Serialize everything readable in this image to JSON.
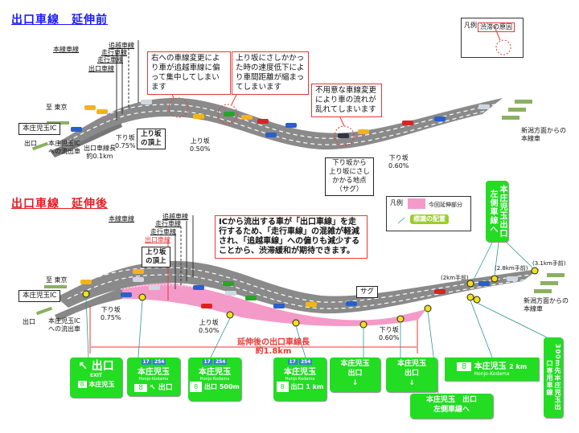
{
  "before": {
    "title": "出口車線　延伸前",
    "lane_labels": {
      "main": "本線車線",
      "passing": "追越車線",
      "driving1": "走行車線",
      "driving2": "走行車線",
      "exit": "出口車線"
    },
    "to_tokyo": "至 東京",
    "ic_name": "本庄児玉IC",
    "exit": "出口",
    "exit_traffic": "本庄児玉IC\nへの流出車",
    "exit_length": "出口車線長\n約0.1km",
    "down_slope": "下り坂\n0.75%",
    "crest": "上り坂\nの頂上",
    "up_slope": "上り坂\n0.50%",
    "sag_point": "下り坂から\n上り坂にさし\nかかる地点\n（サグ）",
    "down_slope2": "下り坂\n0.60%",
    "from_niigata": "新潟方面からの\n本線車",
    "callouts": [
      "右への車線変更により車が追越車線に偏って集中してしまいます",
      "上り坂にさしかかった時の速度低下により車間距離が縮まってしまいます",
      "不用意な車線変更により車の流れが乱れてしまいます"
    ],
    "legend": {
      "title": "凡例",
      "item": "渋滞の原因"
    }
  },
  "after": {
    "title": "出口車線　延伸後",
    "lane_labels": {
      "main": "本線車線",
      "passing": "追越車線",
      "driving1": "走行車線",
      "driving2": "走行車線",
      "exit": "出口車線"
    },
    "to_tokyo": "至 東京",
    "ic_name": "本庄児玉IC",
    "exit": "出口",
    "exit_traffic": "本庄児玉IC\nへの流出車",
    "crest": "上り坂\nの頂上",
    "down_slope": "下り坂\n0.75%",
    "up_slope": "上り坂\n0.50%",
    "sag": "サグ",
    "down_slope2": "下り坂\n0.60%",
    "from_niigata": "新潟方面からの\n本線車",
    "extended_length": "延伸後の出口車線長",
    "extended_length_value": "約1.8km",
    "callout": "ICから流出する車が「出口車線」を走行するため、「走行車線」の混雑が軽減され、「追越車線」への偏りも減少することから、渋滞緩和が期待できます。",
    "distances": [
      "(2km手前)",
      "(2.8km手前)",
      "(3.1km手前)"
    ],
    "legend": {
      "title": "凡例",
      "extension": "今回延伸部分",
      "signs": "標識の配置",
      "extension_color": "#f49ac8"
    }
  },
  "signs": {
    "exit_main": "出口",
    "exit_en": "EXIT",
    "name": "本庄児玉",
    "name_en": "Honjo-Kodama",
    "route8": "8",
    "route17": "17",
    "route254": "254",
    "dist500": "500m",
    "dist1k": "1 km",
    "dist2k": "2 km",
    "down_arrow": "↓",
    "ne_arrow": "↖",
    "exit_left_lane": "本庄児玉　出口",
    "left_lane": "左側車線へ",
    "vertical_top_a": "本庄児玉出口",
    "vertical_top_b": "左側車線へ",
    "vertical_bottom_a": "本庄児玉出口専用車線",
    "vertical_bottom_b": "300m先",
    "sign_color": "#22dd22"
  }
}
